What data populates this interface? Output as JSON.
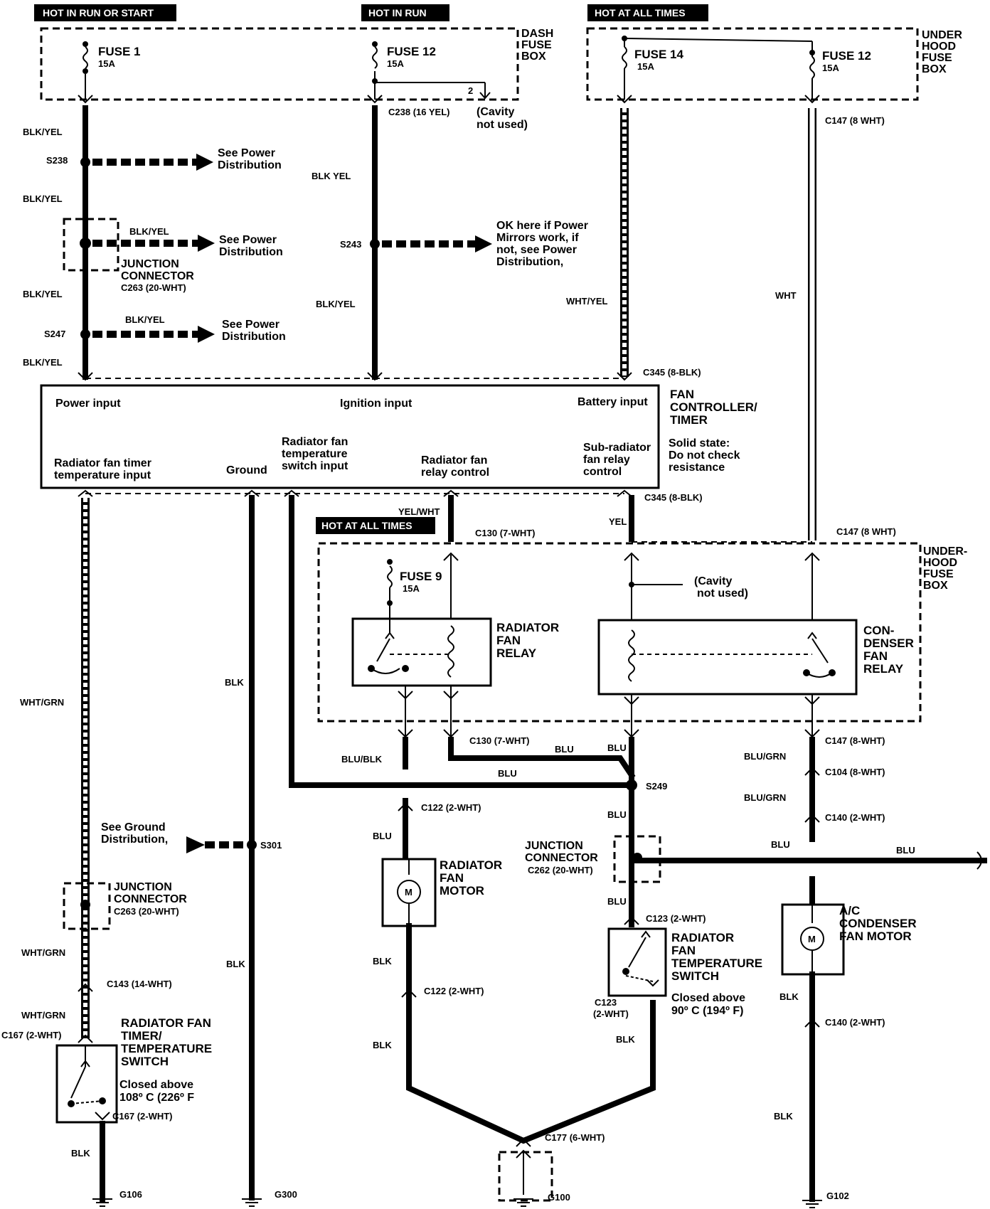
{
  "headers": {
    "hot_run_start": "HOT IN RUN OR START",
    "hot_in_run": "HOT IN RUN",
    "hot_all_times_top": "HOT AT ALL TIMES",
    "hot_all_times_mid": "HOT AT ALL TIMES"
  },
  "fuse_boxes": {
    "dash": [
      "DASH",
      "FUSE",
      "BOX"
    ],
    "under_hood_top": [
      "UNDER",
      "HOOD",
      "FUSE",
      "BOX"
    ],
    "under_hood_mid": [
      "UNDER-",
      "HOOD",
      "FUSE",
      "BOX"
    ]
  },
  "fuses": [
    {
      "name": "FUSE 1",
      "rating": "15A"
    },
    {
      "name": "FUSE 12",
      "rating": "15A"
    },
    {
      "name": "FUSE 14",
      "rating": "15A"
    },
    {
      "name": "FUSE 12",
      "rating": "15A"
    },
    {
      "name": "FUSE 9",
      "rating": "15A"
    }
  ],
  "wires": {
    "blk_yel_1": "BLK/YEL",
    "blk_yel_2": "BLK/YEL",
    "blk_yel_3": "BLK/YEL",
    "blk_yel_4": "BLK/YEL",
    "blk_yel_branch_1": "BLK/YEL",
    "blk_yel_branch_2": "BLK/YEL",
    "blk_yel_run_1": "BLK YEL",
    "blk_yel_run_2": "BLK/YEL",
    "wht_yel": "WHT/YEL",
    "wht": "WHT",
    "wht_grn_1": "WHT/GRN",
    "wht_grn_2": "WHT/GRN",
    "wht_grn_3": "WHT/GRN",
    "blk_ground": "BLK",
    "blk_ground_2": "BLK",
    "blk_g106": "BLK",
    "yel_wht": "YEL/WHT",
    "yel": "YEL",
    "blu_blk": "BLU/BLK",
    "blu_1": "BLU",
    "blu_2": "BLU",
    "blu_3": "BLU",
    "blu_4": "BLU",
    "blu_5": "BLU",
    "blu_6": "BLU",
    "blu_7": "BLU",
    "blu_right": "BLU",
    "blu_grn_1": "BLU/GRN",
    "blu_grn_2": "BLU/GRN",
    "blk_motor": "BLK",
    "blk_motor_2": "BLK",
    "blk_switch": "BLK",
    "blk_cond_1": "BLK",
    "blk_cond_2": "BLK"
  },
  "splices": {
    "s238": "S238",
    "s247": "S247",
    "s243": "S243",
    "s249": "S249",
    "s301": "S301"
  },
  "connectors": {
    "c238": "C238 (16 YEL)",
    "cavity_1": "(Cavity",
    "cavity_1b": "not used)",
    "cavity_pin": "2",
    "c147_top": "C147 (8 WHT)",
    "c345_top": "C345 (8-BLK)",
    "c345_bot": "C345 (8-BLK)",
    "c130_top": "C130 (7-WHT)",
    "c147_mid": "C147 (8 WHT)",
    "cavity_2": "(Cavity",
    "cavity_2b": "not used)",
    "c130_bot": "C130 (7-WHT)",
    "c147_bot": "C147 (8-WHT)",
    "c104": "C104 (8-WHT)",
    "c140_top": "C140 (2-WHT)",
    "c140_bot": "C140 (2-WHT)",
    "c122_top": "C122 (2-WHT)",
    "c122_bot": "C122 (2-WHT)",
    "c123_top": "C123 (2-WHT)",
    "c123_bot_1": "C123",
    "c123_bot_2": "(2-WHT)",
    "c177": "C177 (6-WHT)",
    "c143": "C143 (14-WHT)",
    "c167_top": "C167 (2-WHT)",
    "c167_bot": "C167 (2-WHT)",
    "c263_top": "C263 (20-WHT)",
    "c263_bot": "C263 (20-WHT)",
    "c262": "C262 (20-WHT)"
  },
  "notes": {
    "see_power_1": [
      "See Power",
      "Distribution"
    ],
    "see_power_2": [
      "See Power",
      "Distribution"
    ],
    "see_power_3": [
      "See Power",
      "Distribution"
    ],
    "ok_here": [
      "OK here if Power",
      "Mirrors work, if",
      "not, see Power",
      "Distribution,"
    ],
    "see_ground": [
      "See Ground",
      "Distribution,"
    ],
    "closed_above_1": [
      "Closed above",
      "90º C (194º F)"
    ],
    "closed_above_2": [
      "Closed above",
      "108º C (226º F"
    ]
  },
  "junction_connector_top": [
    "JUNCTION",
    "CONNECTOR"
  ],
  "junction_connector_mid": [
    "JUNCTION",
    "CONNECTOR"
  ],
  "junction_connector_low": [
    "JUNCTION",
    "CONNECTOR"
  ],
  "controller": {
    "title": [
      "FAN",
      "CONTROLLER/",
      "TIMER"
    ],
    "note": [
      "Solid state:",
      "Do not check",
      "resistance"
    ],
    "power_input": "Power input",
    "ignition_input": "Ignition input",
    "battery_input": "Battery input",
    "timer_temp_input": [
      "Radiator fan timer",
      "temperature input"
    ],
    "ground": "Ground",
    "temp_switch_input": [
      "Radiator fan",
      "temperature",
      "switch input"
    ],
    "relay_control": [
      "Radiator fan",
      "relay control"
    ],
    "sub_relay_control": [
      "Sub-radiator",
      "fan relay",
      "control"
    ]
  },
  "components": {
    "radiator_fan_relay": [
      "RADIATOR",
      "FAN",
      "RELAY"
    ],
    "condenser_fan_relay": [
      "CON-",
      "DENSER",
      "FAN",
      "RELAY"
    ],
    "radiator_fan_motor": [
      "RADIATOR",
      "FAN",
      "MOTOR"
    ],
    "ac_condenser_fan_motor": [
      "A/C",
      "CONDENSER",
      "FAN MOTOR"
    ],
    "radiator_fan_temp_switch": [
      "RADIATOR",
      "FAN",
      "TEMPERATURE",
      "SWITCH"
    ],
    "radiator_fan_timer_switch": [
      "RADIATOR FAN",
      "TIMER/",
      "TEMPERATURE",
      "SWITCH"
    ],
    "motor_symbol": "M"
  },
  "grounds": {
    "g106": "G106",
    "g300": "G300",
    "g100": "G100",
    "g102": "G102"
  }
}
